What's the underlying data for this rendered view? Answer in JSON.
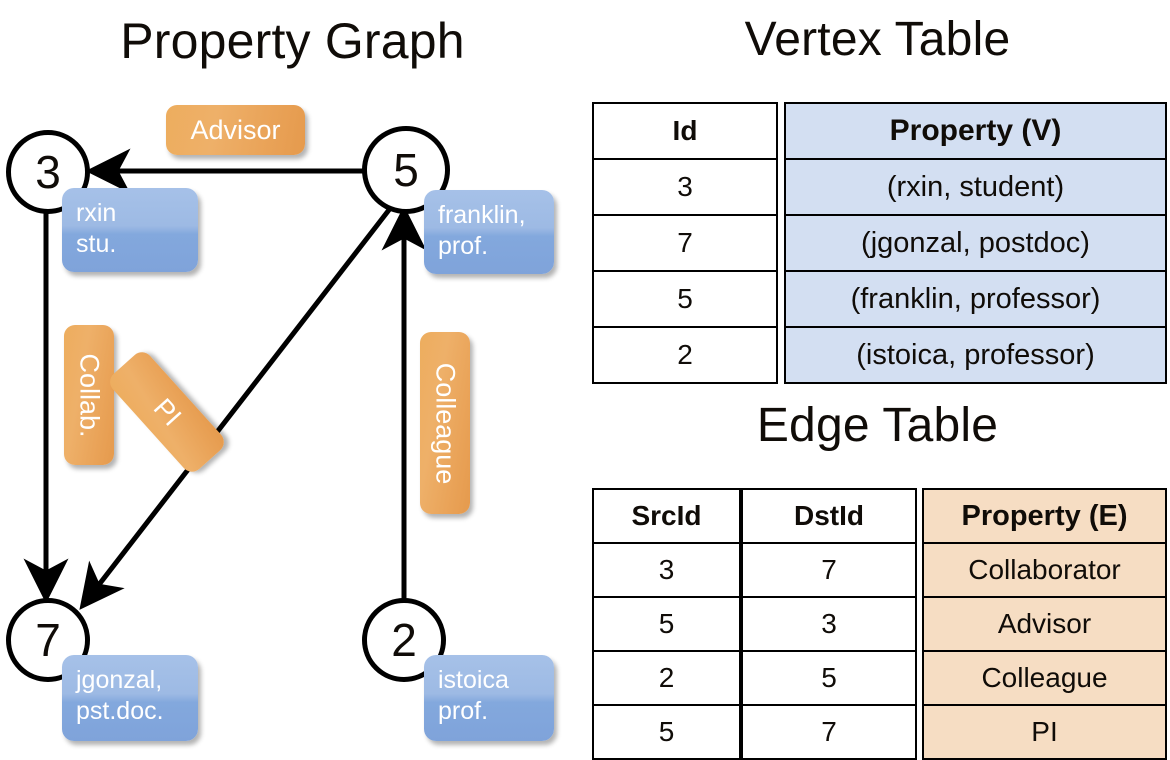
{
  "titles": {
    "property_graph": "Property Graph",
    "vertex_table": "Vertex Table",
    "edge_table": "Edge Table"
  },
  "colors": {
    "node_stroke": "#000000",
    "vertex_property_fill": "#d3dff2",
    "edge_property_fill": "#f6ddc3",
    "edge_label_fill": "#eaa65a",
    "vertex_label_fill": "#8fb0e0",
    "text_dark": "#100c08",
    "label_text": "#ffffff"
  },
  "graph": {
    "nodes": [
      {
        "id": "3",
        "label_lines": [
          "rxin",
          "stu."
        ]
      },
      {
        "id": "5",
        "label_lines": [
          "franklin,",
          "prof."
        ]
      },
      {
        "id": "7",
        "label_lines": [
          "jgonzal,",
          "pst.doc."
        ]
      },
      {
        "id": "2",
        "label_lines": [
          "istoica",
          "prof."
        ]
      }
    ],
    "edge_labels": [
      {
        "name": "advisor",
        "text": "Advisor",
        "orientation": "horizontal"
      },
      {
        "name": "collab",
        "text": "Collab.",
        "orientation": "vertical"
      },
      {
        "name": "pi",
        "text": "PI",
        "orientation": "diagonal"
      },
      {
        "name": "colleague",
        "text": "Colleague",
        "orientation": "vertical"
      }
    ],
    "edges": [
      {
        "src": "5",
        "dst": "3",
        "label": "Advisor"
      },
      {
        "src": "3",
        "dst": "7",
        "label": "Collab."
      },
      {
        "src": "5",
        "dst": "7",
        "label": "PI"
      },
      {
        "src": "2",
        "dst": "5",
        "label": "Colleague"
      }
    ]
  },
  "vertex_table": {
    "headers": [
      "Id",
      "Property (V)"
    ],
    "rows": [
      {
        "id": "3",
        "property": "(rxin, student)"
      },
      {
        "id": "7",
        "property": "(jgonzal, postdoc)"
      },
      {
        "id": "5",
        "property": "(franklin, professor)"
      },
      {
        "id": "2",
        "property": "(istoica, professor)"
      }
    ]
  },
  "edge_table": {
    "headers": [
      "SrcId",
      "DstId",
      "Property (E)"
    ],
    "rows": [
      {
        "src": "3",
        "dst": "7",
        "property": "Collaborator"
      },
      {
        "src": "5",
        "dst": "3",
        "property": "Advisor"
      },
      {
        "src": "2",
        "dst": "5",
        "property": "Colleague"
      },
      {
        "src": "5",
        "dst": "7",
        "property": "PI"
      }
    ]
  }
}
